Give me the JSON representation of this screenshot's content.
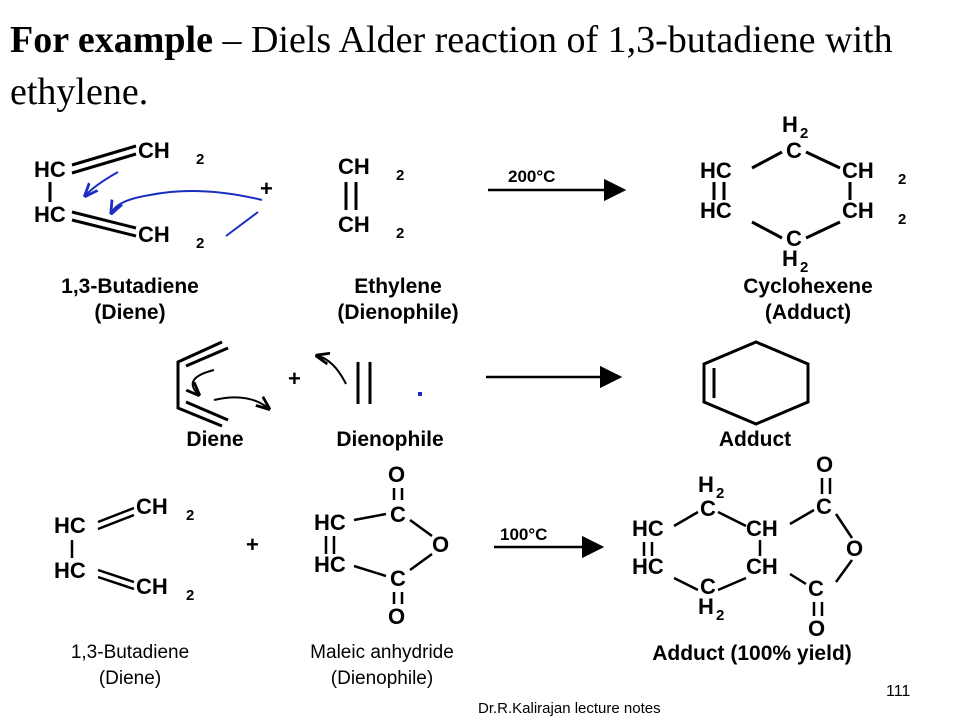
{
  "title": {
    "lead": "For example",
    "text": " – Diels Alder reaction of 1,3-butadiene with ethylene."
  },
  "reaction1": {
    "diene_name": "1,3-Butadiene",
    "diene_role": "(Diene)",
    "dienophile_name": "Ethylene",
    "dienophile_role": "(Dienophile)",
    "condition": "200°C",
    "product_name": "Cyclohexene",
    "product_role": "(Adduct)",
    "plus": "+"
  },
  "reaction2": {
    "diene_label": "Diene",
    "dienophile_label": "Dienophile",
    "product_label": "Adduct",
    "plus": "+"
  },
  "reaction3": {
    "diene_name": "1,3-Butadiene",
    "diene_role": "(Diene)",
    "dienophile_name": "Maleic anhydride",
    "dienophile_role": "(Dienophile)",
    "condition": "100°C",
    "product_name": "Adduct (100% yield)",
    "plus": "+"
  },
  "atoms": {
    "hc": "HC",
    "ch": "CH",
    "c": "C",
    "o": "O",
    "h": "H",
    "two": "2"
  },
  "footer": {
    "notes": "Dr.R.Kalirajan lecture notes",
    "page_number": "111"
  },
  "colors": {
    "arrow_annotation": "#1a2fbf"
  }
}
